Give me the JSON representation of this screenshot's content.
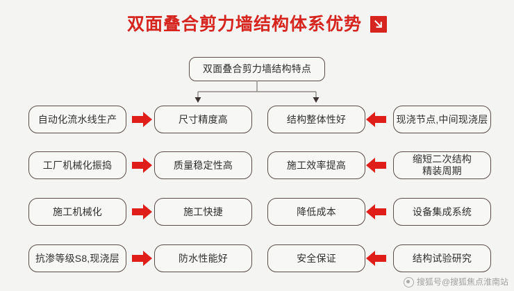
{
  "title": {
    "text": "双面叠合剪力墙结构体系优势",
    "icon": "arrow-down-right-icon",
    "color": "#d6241f"
  },
  "diagram": {
    "root": {
      "label": "双面叠合剪力墙结构特点"
    },
    "arrow_color": "#e01e19",
    "box_border_color": "#594b47",
    "rows": [
      {
        "left_cause": "自动化流水线生产",
        "left_arrow": "arrow-right-icon",
        "left_effect": "尺寸精度高",
        "right_effect": "结构整体性好",
        "right_arrow": "arrow-left-icon",
        "right_cause": "现浇节点,中间现浇层"
      },
      {
        "left_cause": "工厂机械化振捣",
        "left_arrow": "arrow-right-icon",
        "left_effect": "质量稳定性高",
        "right_effect": "施工效率提高",
        "right_arrow": "arrow-left-icon",
        "right_cause": "缩短二次结构\n精装周期"
      },
      {
        "left_cause": "施工机械化",
        "left_arrow": "arrow-right-icon",
        "left_effect": "施工快捷",
        "right_effect": "降低成本",
        "right_arrow": "arrow-left-icon",
        "right_cause": "设备集成系统"
      },
      {
        "left_cause": "抗渗等级S8,现浇层",
        "left_arrow": "arrow-right-icon",
        "left_effect": "防水性能好",
        "right_effect": "安全保证",
        "right_arrow": "arrow-left-icon",
        "right_cause": "结构试验研究"
      }
    ]
  },
  "watermark": {
    "text": "搜狐号@搜狐焦点淮南站",
    "icon": "sohu-logo-icon"
  }
}
